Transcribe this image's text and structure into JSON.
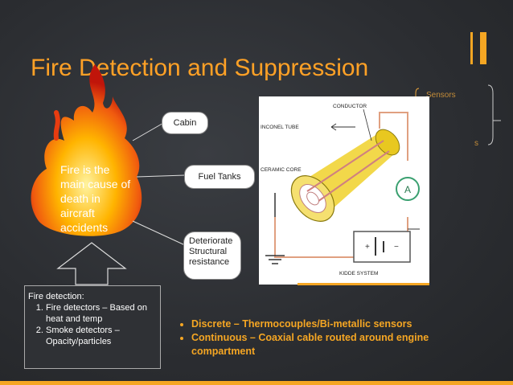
{
  "slide": {
    "title": "Fire Detection and Suppression",
    "flame_text": "Fire is the main cause of death in aircraft accidents",
    "bubbles": {
      "cabin": "Cabin",
      "fuel_tanks": "Fuel Tanks",
      "structural": "Deteriorate Structural resistance"
    },
    "callout": {
      "heading": "Fire detection:",
      "items": [
        "Fire detectors – Based on heat and temp",
        "Smoke detectors – Opacity/particles"
      ]
    },
    "bullets": [
      "Discrete – Thermocouples/Bi-metallic sensors",
      "Continuous – Coaxial cable routed around engine compartment"
    ],
    "right_partial": {
      "sensors": "Sensors",
      "suffix": "s"
    },
    "diagram": {
      "conductor": "CONDUCTOR",
      "inconel": "INCONEL TUBE",
      "ceramic": "CERAMIC CORE",
      "kidde": "KIDDE SYSTEM",
      "ammeter": "A"
    }
  },
  "colors": {
    "accent": "#f5a623",
    "title": "#ffa126",
    "background": "#2d2f33"
  }
}
